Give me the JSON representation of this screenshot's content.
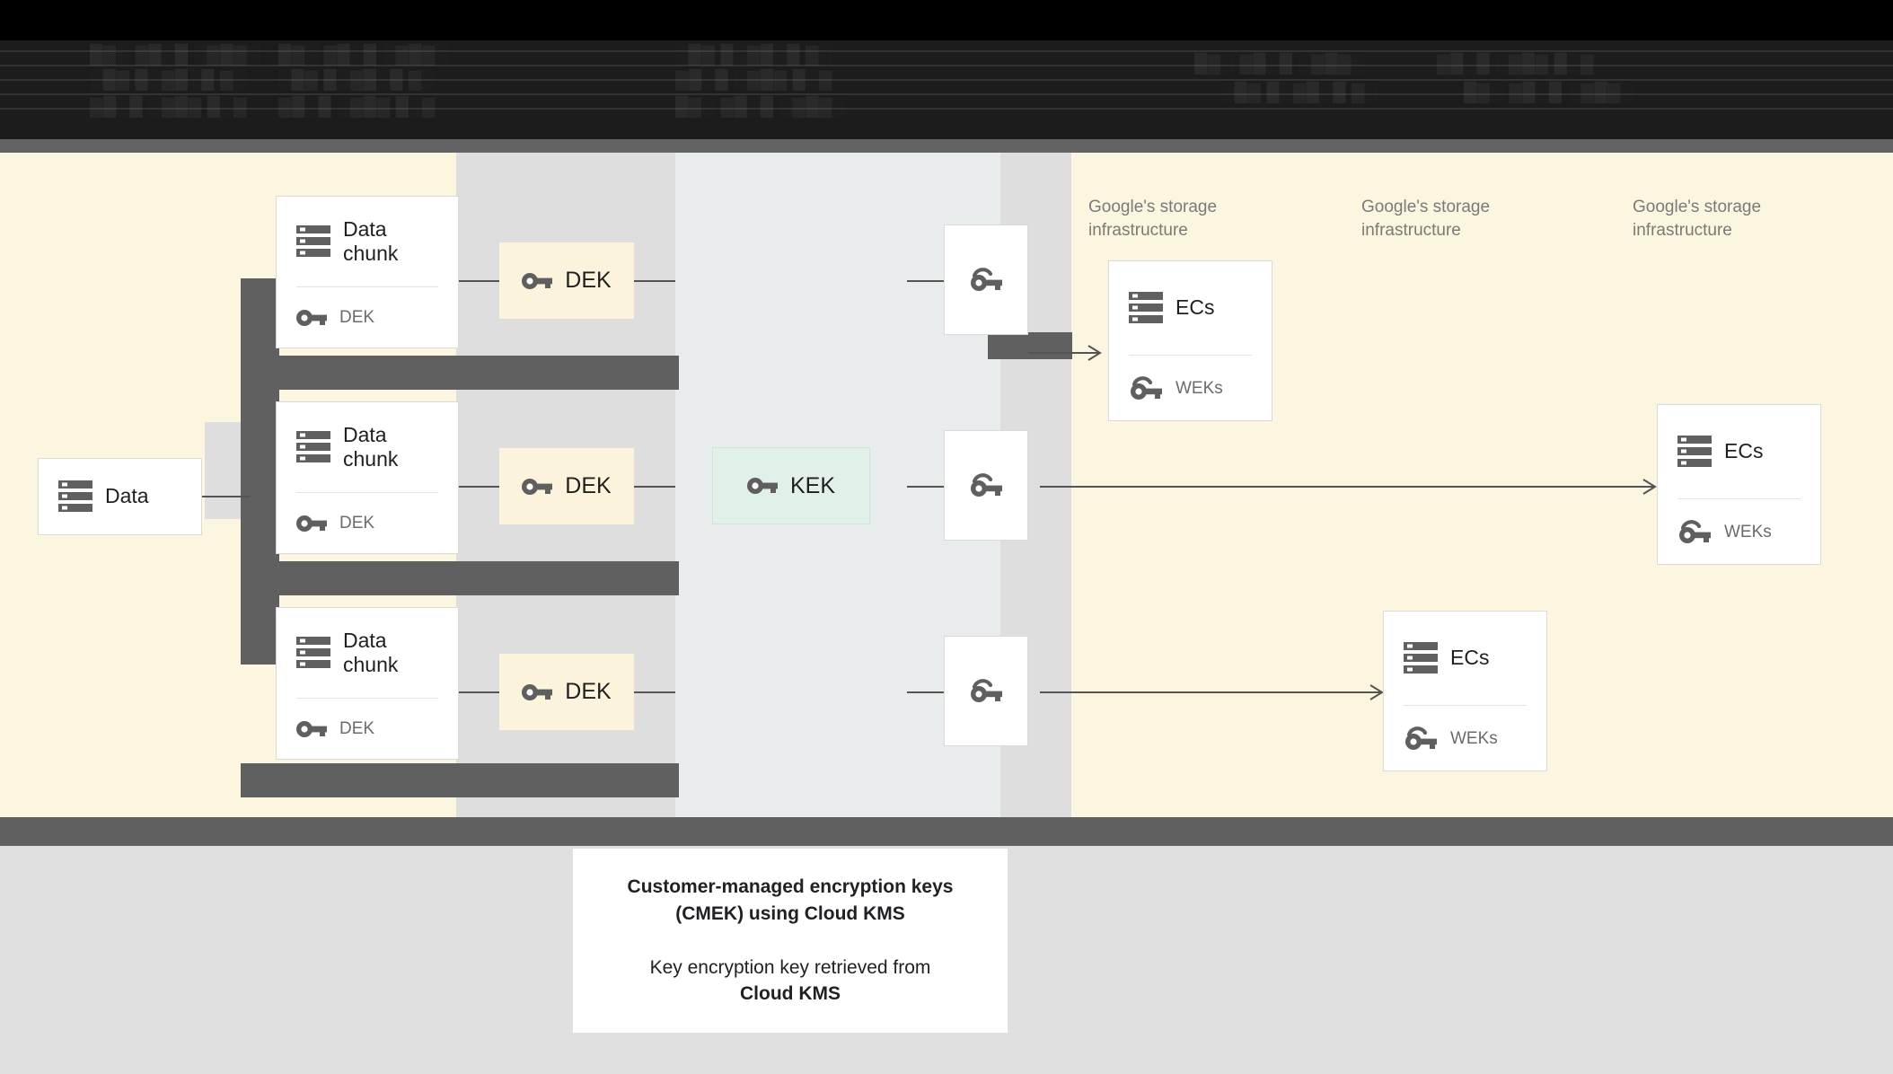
{
  "banner": {
    "obscured": true,
    "note": "dark unreadable header banner",
    "ghost_lines": [
      "█▓░ ▓█░█ ░▓█▓░",
      "░█▓ █░▓█░█ ▓░",
      "▓█░█ ░▓█▓ █░▓"
    ]
  },
  "colors": {
    "canvas_cream": "#FCF5DF",
    "column_bluegrey": "#E8ECEC",
    "band_grey": "#DEDEDE",
    "bar_dark": "#606060",
    "dek_fill": "#FCF3DC",
    "kek_fill": "#E2F0EA",
    "card_white": "#FFFFFF",
    "card_border": "#DADADA",
    "line": "#545454",
    "label_grey": "#7a7a7a",
    "icon_grey": "#5F5F5F",
    "page_bottom": "#E0E0E0"
  },
  "source": {
    "label": "Data",
    "icon": "storage-icon"
  },
  "chunks": [
    {
      "title": "Data\nchunk",
      "icon": "storage-icon",
      "key_icon": "key-icon",
      "key_label": "DEK"
    },
    {
      "title": "Data\nchunk",
      "icon": "storage-icon",
      "key_icon": "key-icon",
      "key_label": "DEK"
    },
    {
      "title": "Data\nchunk",
      "icon": "storage-icon",
      "key_icon": "key-icon",
      "key_label": "DEK"
    }
  ],
  "deks": [
    {
      "label": "DEK",
      "icon": "key-icon"
    },
    {
      "label": "DEK",
      "icon": "key-icon"
    },
    {
      "label": "DEK",
      "icon": "key-icon"
    }
  ],
  "kek": {
    "label": "KEK",
    "icon": "key-icon"
  },
  "wrapped_keys": [
    {
      "icon": "wrapped-key-icon"
    },
    {
      "icon": "wrapped-key-icon"
    },
    {
      "icon": "wrapped-key-icon"
    }
  ],
  "infra_labels": [
    "Google's storage\ninfrastructure",
    "Google's storage\ninfrastructure",
    "Google's storage\ninfrastructure"
  ],
  "ec_cards": [
    {
      "title": "ECs",
      "icon": "storage-icon",
      "key_icon": "wrapped-key-icon",
      "key_label": "WEKs"
    },
    {
      "title": "ECs",
      "icon": "storage-icon",
      "key_icon": "wrapped-key-icon",
      "key_label": "WEKs"
    },
    {
      "title": "ECs",
      "icon": "storage-icon",
      "key_icon": "wrapped-key-icon",
      "key_label": "WEKs"
    }
  ],
  "caption": {
    "line1": "Customer-managed encryption keys",
    "line2": "(CMEK) using Cloud KMS",
    "line3": "Key encryption key retrieved from",
    "line4": "Cloud KMS"
  }
}
